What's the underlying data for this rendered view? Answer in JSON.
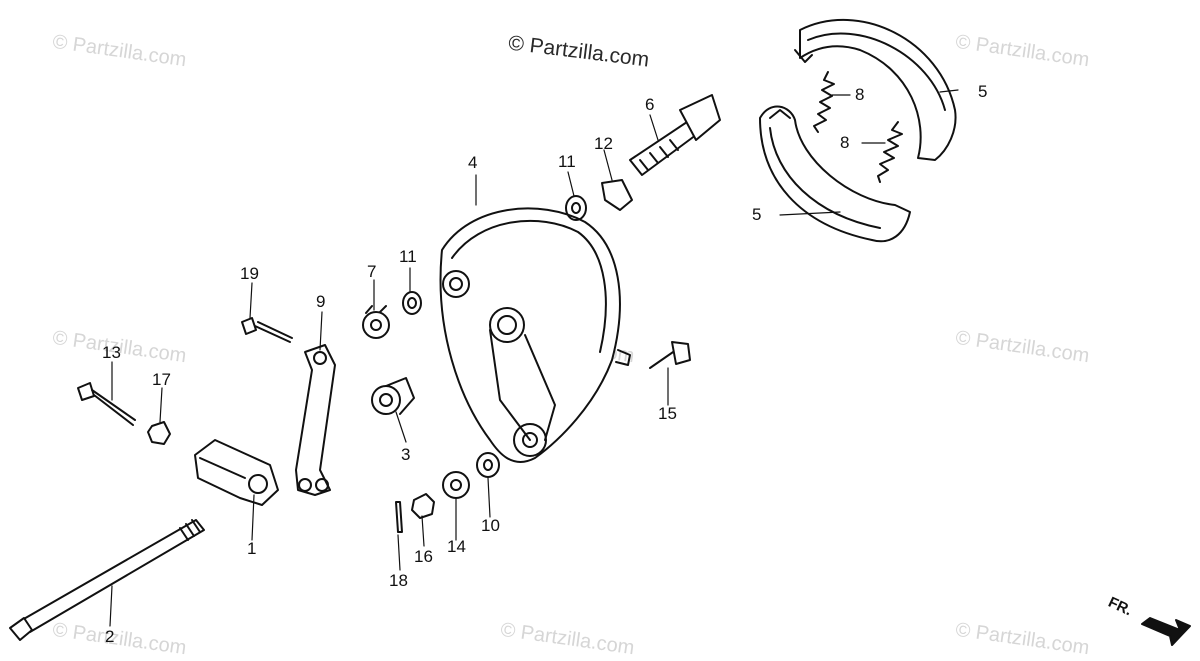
{
  "watermarks": {
    "center": "© Partzilla.com",
    "corner": "© Partzilla.com"
  },
  "front_marker": "FR.",
  "callouts": {
    "p1": "1",
    "p2": "2",
    "p3": "3",
    "p4": "4",
    "p5a": "5",
    "p5b": "5",
    "p6": "6",
    "p7": "7",
    "p8a": "8",
    "p8b": "8",
    "p9": "9",
    "p10": "10",
    "p11a": "11",
    "p11b": "11",
    "p12": "12",
    "p13": "13",
    "p14": "14",
    "p15": "15",
    "p16": "16",
    "p17": "17",
    "p18": "18",
    "p19": "19"
  }
}
